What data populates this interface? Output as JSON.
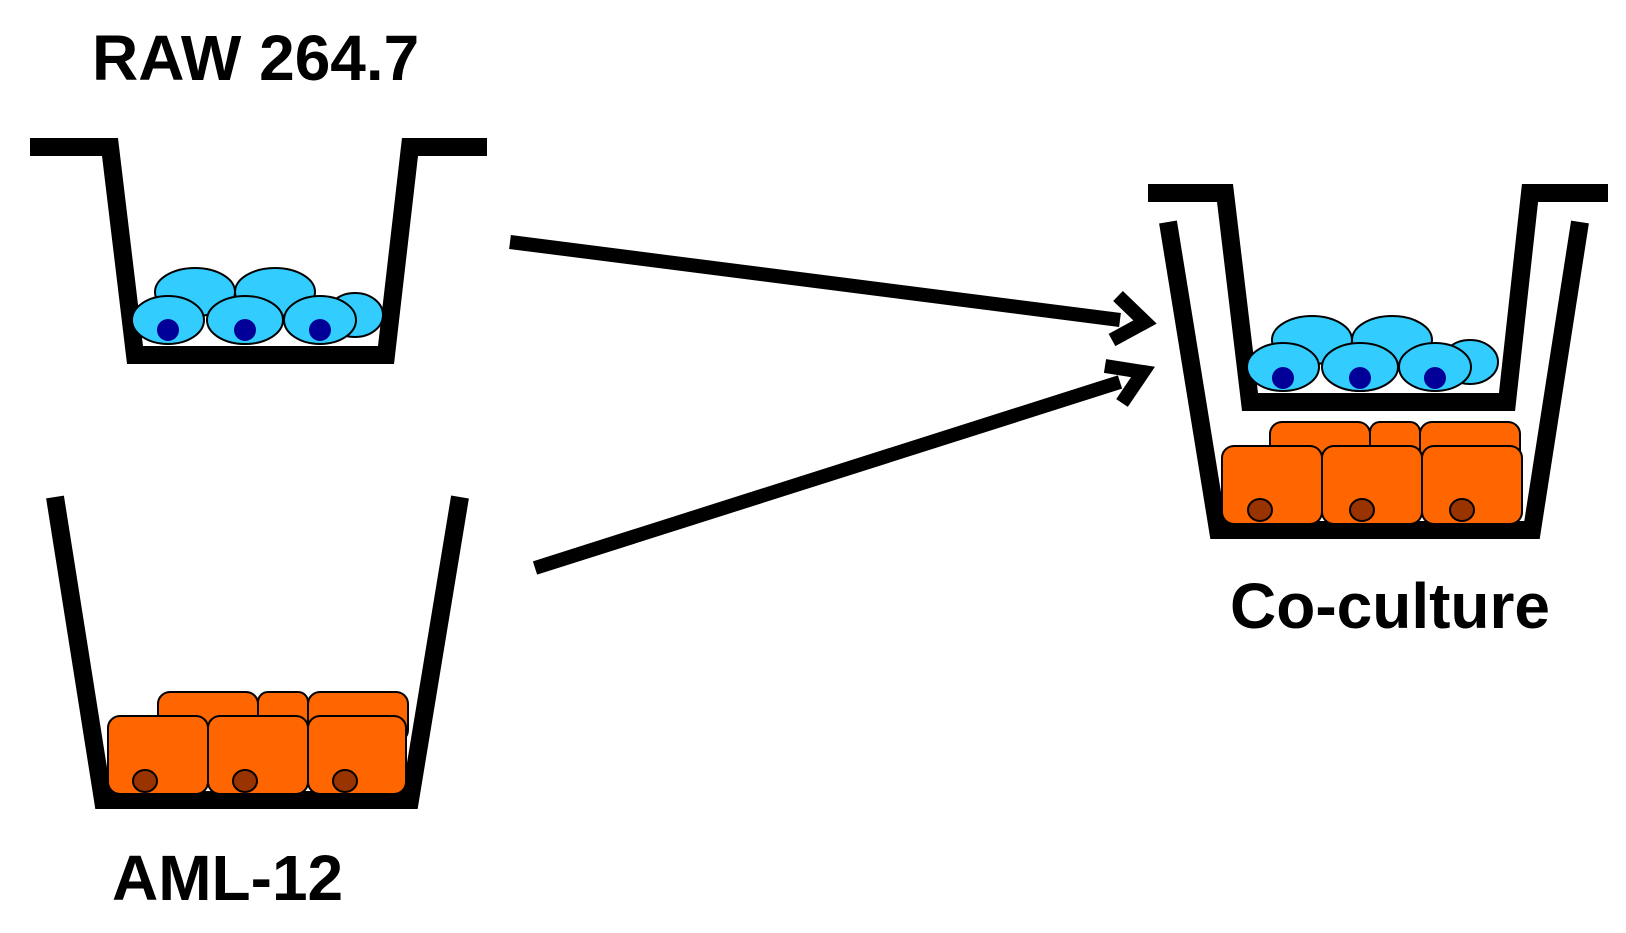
{
  "labels": {
    "raw": "RAW 264.7",
    "aml": "AML-12",
    "coculture": "Co-culture"
  },
  "colors": {
    "macrophage_cell": "#33ccff",
    "macrophage_nucleus": "#000099",
    "hepatocyte_cell": "#ff6600",
    "hepatocyte_nucleus": "#993300",
    "outline": "#000000"
  }
}
